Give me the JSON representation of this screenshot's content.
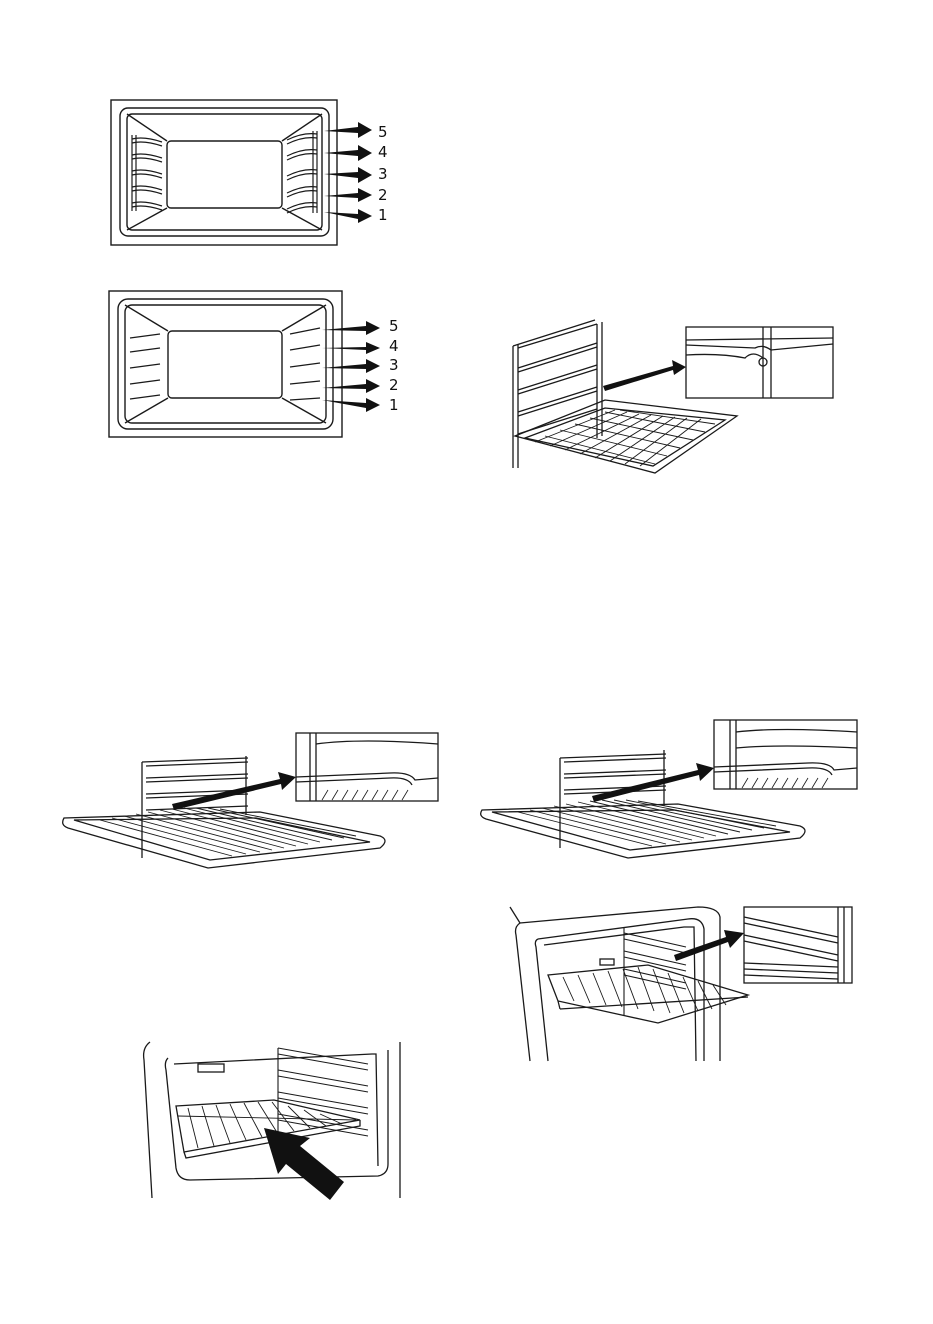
{
  "figures": {
    "shelf_positions_a": {
      "labels": [
        "5",
        "4",
        "3",
        "2",
        "1"
      ]
    },
    "shelf_positions_b": {
      "labels": [
        "5",
        "4",
        "3",
        "2",
        "1"
      ]
    }
  },
  "colors": {
    "line": "#1a1a1a",
    "paper": "#ffffff"
  },
  "icons": [
    "arrow-right-icon",
    "magnifier-detail-icon"
  ]
}
